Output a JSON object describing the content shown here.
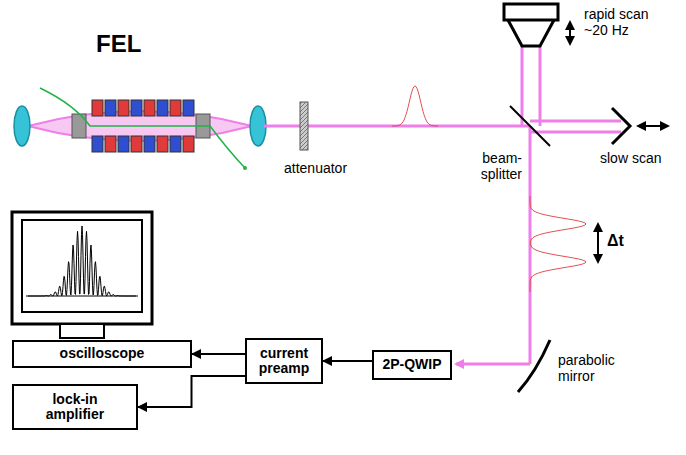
{
  "diagram": {
    "nodes": [
      {
        "text": [
          "2P-QWIP"
        ]
      },
      {
        "text": [
          "current preamp"
        ]
      },
      {
        "text": [
          "oscilloscope"
        ]
      },
      {
        "text": [
          "lock-in amplifier"
        ]
      }
    ],
    "edges": [
      {
        "from": 0,
        "to": 1,
        "arrow": "to"
      },
      {
        "from": 1,
        "to": 2,
        "arrow": "to"
      },
      {
        "from": 1,
        "to": 3,
        "arrow": "to"
      }
    ],
    "labels": [
      "FEL",
      "attenuator",
      "rapid scan ~20 Hz",
      "beam-splitter",
      "slow scan",
      "Δt",
      "parabolic mirror"
    ]
  }
}
